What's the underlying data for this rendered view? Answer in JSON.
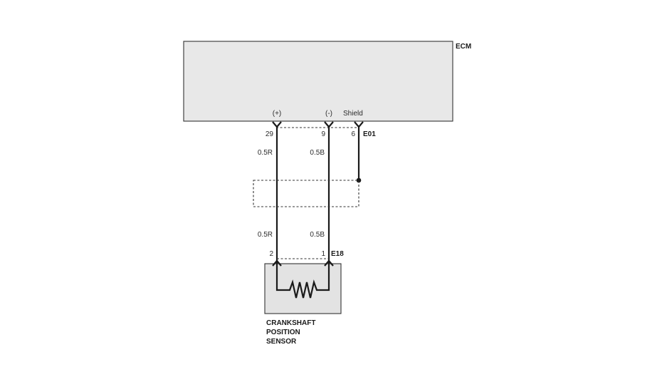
{
  "colors": {
    "module_fill": "#e8e8e8",
    "sensor_fill": "#e3e3e3",
    "wire": "#1a1a1a",
    "outline": "#333333",
    "background": "#ffffff"
  },
  "ecm": {
    "label": "ECM",
    "connector": "E01",
    "pins": [
      {
        "signal": "(+)",
        "number": "29",
        "wire": "0.5R"
      },
      {
        "signal": "(-)",
        "number": "9",
        "wire": "0.5B"
      },
      {
        "signal": "Shield",
        "number": "6"
      }
    ]
  },
  "sensor": {
    "connector": "E18",
    "name_lines": [
      "CRANKSHAFT",
      "POSITION",
      "SENSOR"
    ],
    "pins": [
      {
        "number": "2",
        "wire": "0.5R"
      },
      {
        "number": "1",
        "wire": "0.5B"
      }
    ],
    "element_icon": "resistor-icon"
  }
}
